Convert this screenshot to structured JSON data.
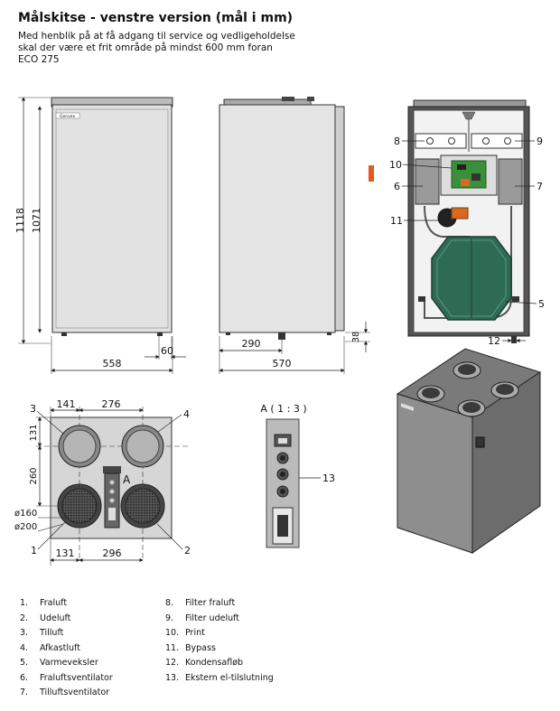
{
  "title": "Målskitse - venstre version (mål i mm)",
  "subtitle": [
    "Med henblik på at få adgang til service og vedligeholdelse",
    "skal der være et frit område på mindst 600 mm foran",
    "ECO 275"
  ],
  "brand_badge": "Genvex",
  "dimensions": {
    "height_total": "1118",
    "height_body": "1071",
    "width_front": "558",
    "foot": "60",
    "width_side": "570",
    "side_offset": "290",
    "side_foot": "38",
    "condensate_offset": "12",
    "top_x1": "141",
    "top_x2": "276",
    "top_y1": "131",
    "top_y2": "260",
    "bottom_x1": "131",
    "bottom_x2": "296",
    "dia_inner": "ø160",
    "dia_outer": "ø200"
  },
  "detail_label": "A ( 1 : 3 )",
  "detail_marker": "A",
  "callouts": {
    "c1": "1",
    "c2": "2",
    "c3": "3",
    "c4": "4",
    "c5": "5",
    "c6": "6",
    "c7": "7",
    "c8": "8",
    "c9": "9",
    "c10": "10",
    "c11": "11",
    "c12": "12",
    "c13": "13"
  },
  "legend_left": [
    {
      "num": "1.",
      "label": "Fraluft"
    },
    {
      "num": "2.",
      "label": "Udeluft"
    },
    {
      "num": "3.",
      "label": "Tilluft"
    },
    {
      "num": "4.",
      "label": "Afkastluft"
    },
    {
      "num": "5.",
      "label": "Varmeveksler"
    },
    {
      "num": "6.",
      "label": "Fraluftsventilator"
    },
    {
      "num": "7.",
      "label": "Tilluftsventilator"
    }
  ],
  "legend_right": [
    {
      "num": "8.",
      "label": "Filter fraluft"
    },
    {
      "num": "9.",
      "label": "Filter udeluft"
    },
    {
      "num": "10.",
      "label": "Print"
    },
    {
      "num": "11.",
      "label": "Bypass"
    },
    {
      "num": "12.",
      "label": "Kondensafløb"
    },
    {
      "num": "13.",
      "label": "Ekstern el-tilslutning"
    }
  ],
  "colors": {
    "accent": "#e8571c",
    "cabinet": "#dcdcdc",
    "outline": "#333333",
    "heat_exchanger": "#2e6b55",
    "pcb": "#3a8f3a",
    "bypass": "#d86a1f"
  }
}
